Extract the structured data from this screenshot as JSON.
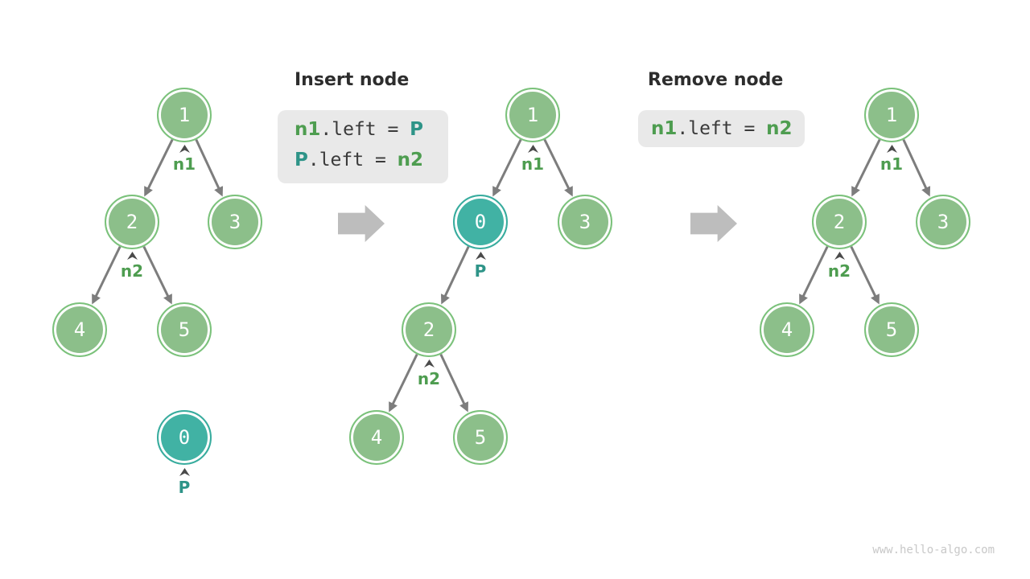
{
  "figure": {
    "watermark": "www.hello-algo.com"
  },
  "colors": {
    "node_green_fill": "#8cbf8a",
    "node_green_stroke": "#7bc27b",
    "node_teal_fill": "#41b2a4",
    "node_teal_stroke": "#38ac9e",
    "node_text": "#ffffff",
    "edge_gray": "#7d7d7d",
    "caret_gray": "#4a4a4a",
    "label_green": "#4e9d50",
    "label_teal": "#2e9488",
    "code_box_bg": "#e9e9e9",
    "code_text": "#3a3a3a",
    "block_arrow_gray": "#bdbdbd",
    "title_text": "#2d2d2d",
    "watermark_gray": "#c8c8c8"
  },
  "insert": {
    "title": "Insert node",
    "code": {
      "line1": {
        "t1": "n1",
        "t2": ".left = ",
        "t3": "P"
      },
      "line2": {
        "t1": "P",
        "t2": ".left = ",
        "t3": "n2"
      }
    }
  },
  "remove": {
    "title": "Remove node",
    "code": {
      "line1": {
        "t1": "n1",
        "t2": ".left = ",
        "t3": "n2"
      }
    }
  },
  "trees": {
    "left": {
      "nodes": {
        "n1": "1",
        "n2": "2",
        "n3": "3",
        "n4": "4",
        "n5": "5",
        "n0": "0"
      },
      "pointers": {
        "p1": "n1",
        "p2": "n2",
        "p0": "P"
      }
    },
    "middle": {
      "nodes": {
        "n1": "1",
        "n0": "0",
        "n3": "3",
        "n2": "2",
        "n4": "4",
        "n5": "5"
      },
      "pointers": {
        "p1": "n1",
        "p0": "P",
        "p2": "n2"
      }
    },
    "right": {
      "nodes": {
        "n1": "1",
        "n2": "2",
        "n3": "3",
        "n4": "4",
        "n5": "5"
      },
      "pointers": {
        "p1": "n1",
        "p2": "n2"
      }
    }
  }
}
